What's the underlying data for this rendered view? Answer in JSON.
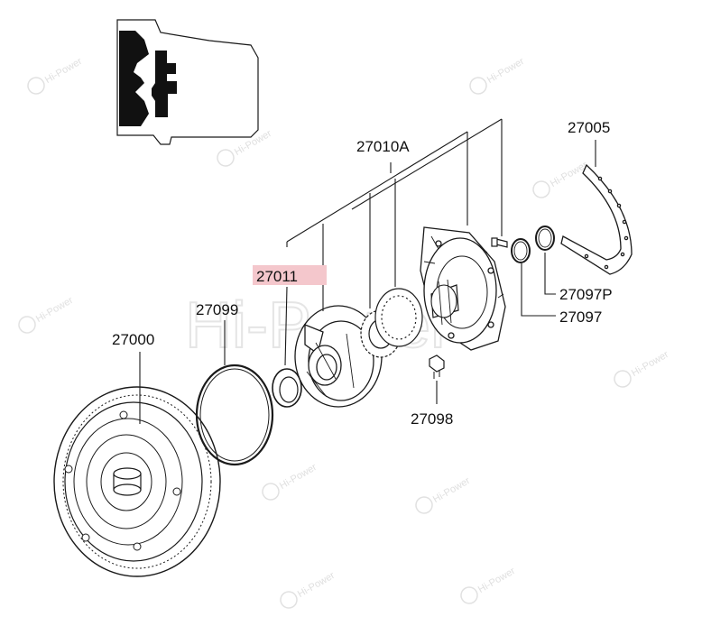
{
  "watermark": {
    "brand": "Hi-Power",
    "large_text": "Hi-Power"
  },
  "diagram": {
    "callouts": {
      "torque_converter": "27000",
      "o_ring": "27099",
      "oil_seal": "27011",
      "oil_pump_assembly": "27010A",
      "bolt": "27098",
      "snap_ring_gasket": "27005",
      "seal_ring_p": "27097P",
      "seal_ring": "27097"
    },
    "highlight_color": "#f4c7cc",
    "line_color": "#1a1a1a"
  }
}
